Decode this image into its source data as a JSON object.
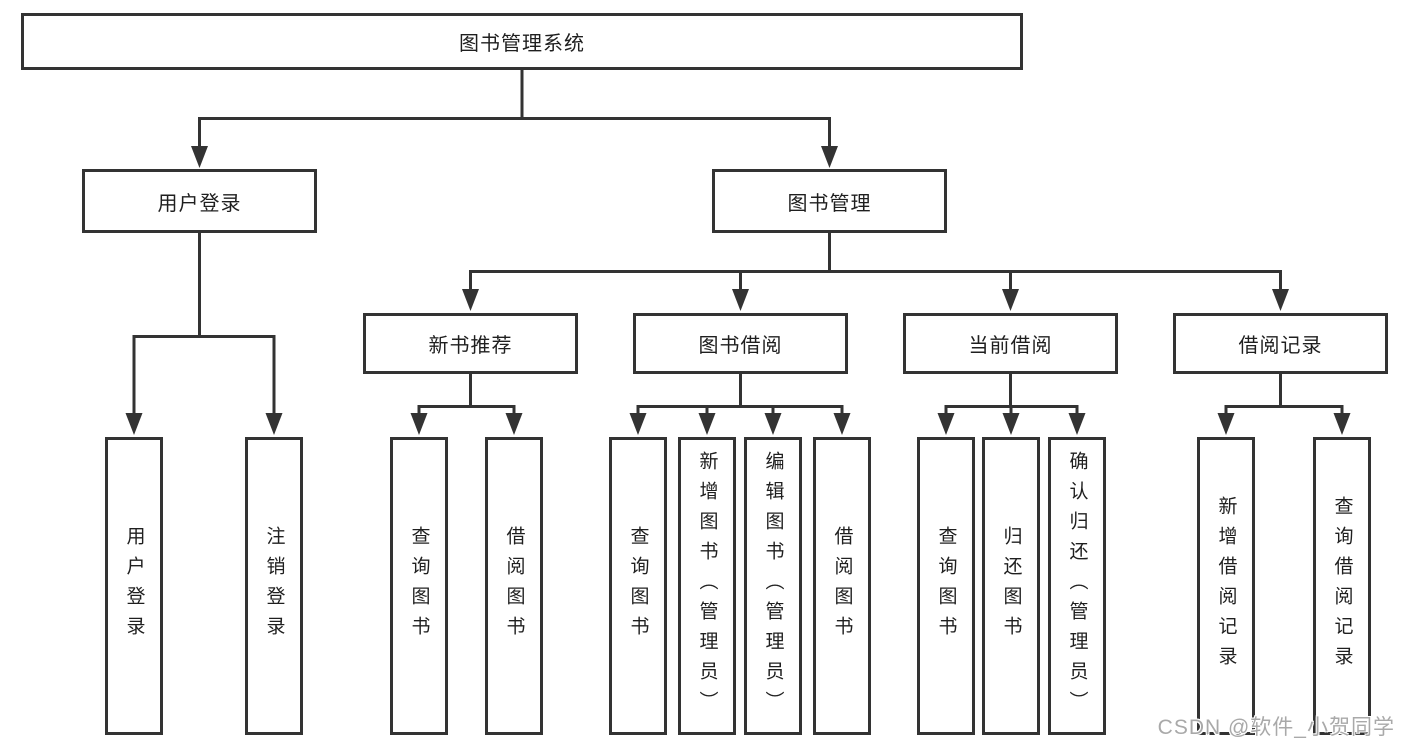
{
  "diagram": {
    "type": "hierarchy-tree",
    "title": "图书管理系统",
    "watermark": "CSDN @软件_小贺同学",
    "colors": {
      "line": "#333333",
      "box_border": "#333333",
      "box_background": "#ffffff",
      "text": "#1f1f1f",
      "watermark": "#a9a9a9",
      "background": "#ffffff"
    },
    "nodes": {
      "root": "图书管理系统",
      "user_login": "用户登录",
      "book_mgmt": "图书管理",
      "new_book_rec": "新书推荐",
      "book_borrow": "图书借阅",
      "current_borrow": "当前借阅",
      "borrow_record": "借阅记录",
      "ul_user_login": "用户登录",
      "ul_logout": "注销登录",
      "nbr_query_books": "查询图书",
      "nbr_borrow_books": "借阅图书",
      "bb_query_books": "查询图书",
      "bb_add_books": "新增图书（管理员）",
      "bb_edit_books": "编辑图书（管理员）",
      "bb_borrow_books": "借阅图书",
      "cb_query_books": "查询图书",
      "cb_return_books": "归还图书",
      "cb_confirm_return": "确认归还（管理员）",
      "br_add_record": "新增借阅记录",
      "br_query_record": "查询借阅记录"
    },
    "edges": [
      {
        "from": "图书管理系统",
        "to": [
          "用户登录",
          "图书管理"
        ]
      },
      {
        "from": "用户登录",
        "to": [
          "用户登录",
          "注销登录"
        ]
      },
      {
        "from": "图书管理",
        "to": [
          "新书推荐",
          "图书借阅",
          "当前借阅",
          "借阅记录"
        ]
      },
      {
        "from": "新书推荐",
        "to": [
          "查询图书",
          "借阅图书"
        ]
      },
      {
        "from": "图书借阅",
        "to": [
          "查询图书",
          "新增图书（管理员）",
          "编辑图书（管理员）",
          "借阅图书"
        ]
      },
      {
        "from": "当前借阅",
        "to": [
          "查询图书",
          "归还图书",
          "确认归还（管理员）"
        ]
      },
      {
        "from": "借阅记录",
        "to": [
          "新增借阅记录",
          "查询借阅记录"
        ]
      }
    ]
  }
}
